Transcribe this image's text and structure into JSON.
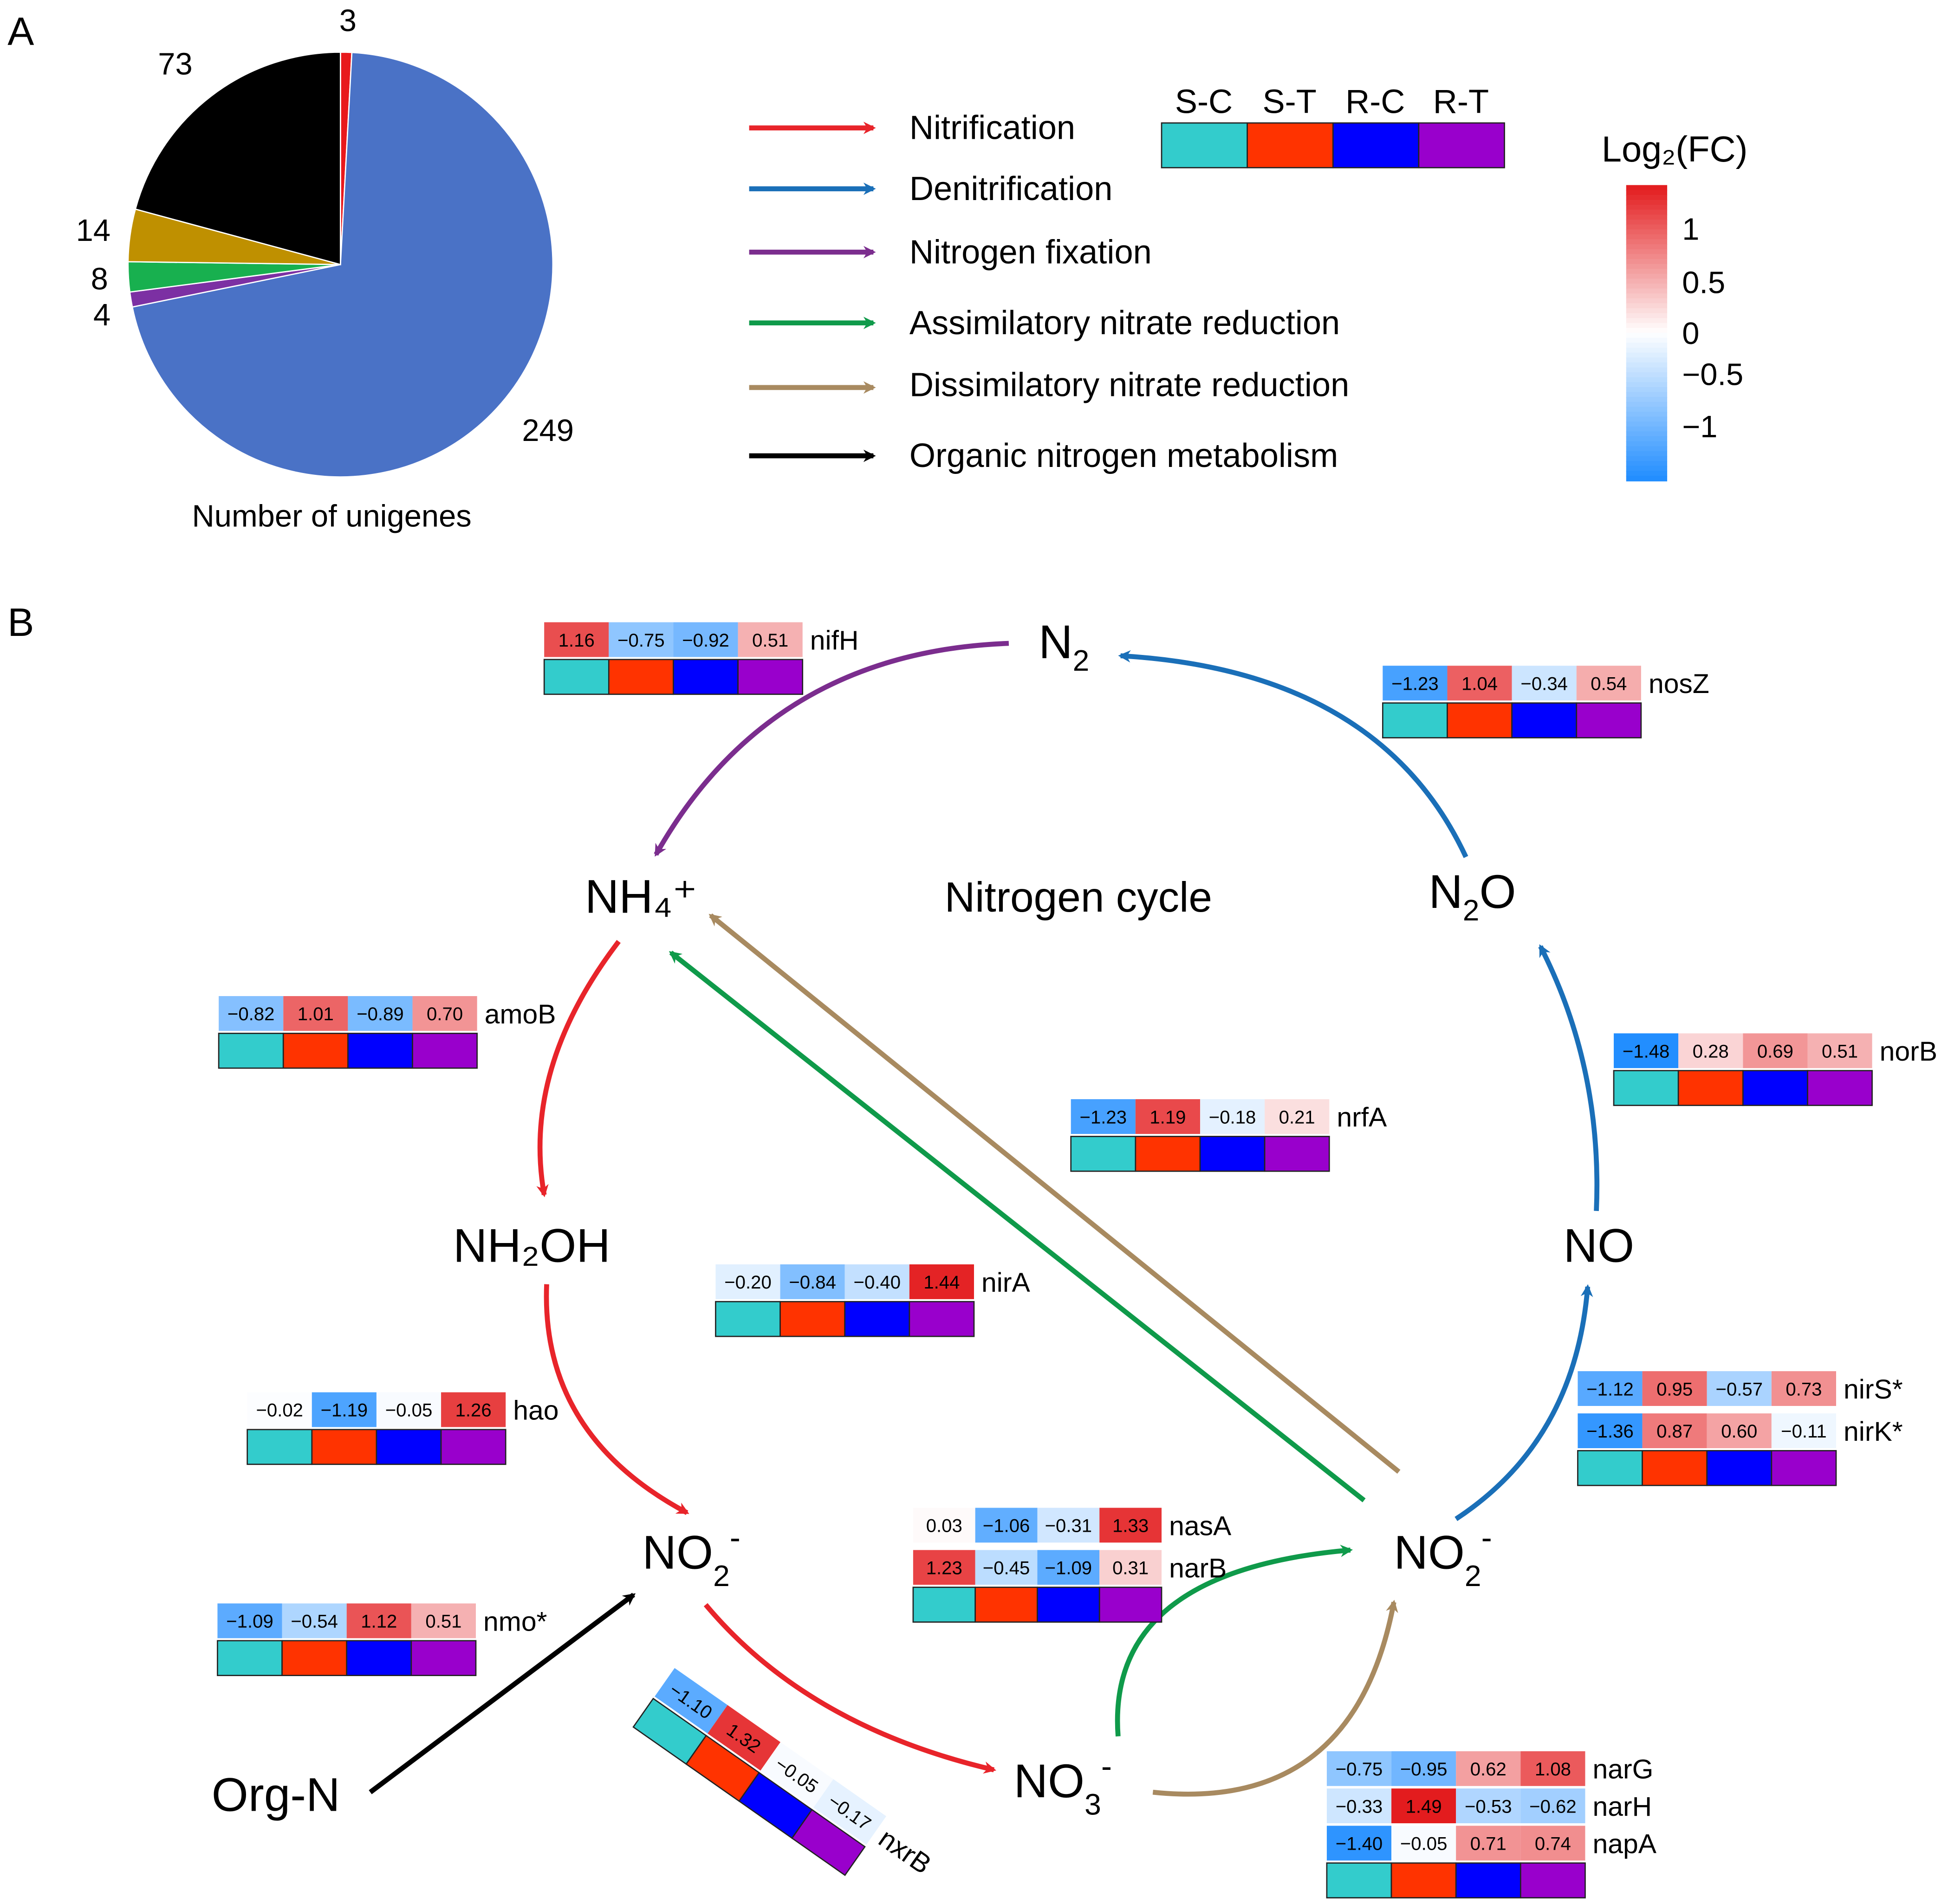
{
  "panel_a": {
    "label": "A",
    "pie": {
      "caption": "Number of unigenes",
      "slices": [
        {
          "label": "3",
          "value": 3,
          "color": "#e8191c"
        },
        {
          "label": "249",
          "value": 249,
          "color": "#4a72c6"
        },
        {
          "label": "4",
          "value": 4,
          "color": "#7c30a3"
        },
        {
          "label": "8",
          "value": 8,
          "color": "#18b04f"
        },
        {
          "label": "14",
          "value": 14,
          "color": "#bf9000"
        },
        {
          "label": "73",
          "value": 73,
          "color": "#000000"
        }
      ]
    },
    "legend": [
      {
        "label": "Nitrification",
        "color": "#e8242a"
      },
      {
        "label": "Denitrification",
        "color": "#1a6fb8"
      },
      {
        "label": "Nitrogen fixation",
        "color": "#7b2d8e"
      },
      {
        "label": "Assimilatory nitrate reduction",
        "color": "#0f9a4a"
      },
      {
        "label": "Dissimilatory nitrate reduction",
        "color": "#a88a60"
      },
      {
        "label": "Organic nitrogen metabolism",
        "color": "#000000"
      }
    ],
    "groups": [
      {
        "label": "S-C",
        "color": "#33cccc"
      },
      {
        "label": "S-T",
        "color": "#ff3300"
      },
      {
        "label": "R-C",
        "color": "#0000ff"
      },
      {
        "label": "R-T",
        "color": "#9900cc"
      }
    ],
    "colorbar": {
      "title": "Log₂(FC)",
      "ticks": [
        {
          "label": "1",
          "value": 1
        },
        {
          "label": "0.5",
          "value": 0.5
        },
        {
          "label": "0",
          "value": 0
        },
        {
          "label": "−0.5",
          "value": -0.5
        },
        {
          "label": "−1",
          "value": -1
        }
      ],
      "min": -1.5,
      "max": 1.5,
      "low_color": "#1f8cff",
      "mid_color": "#ffffff",
      "high_color": "#e31a1c"
    }
  },
  "panel_b": {
    "label": "B",
    "title": "Nitrogen cycle",
    "nodes": {
      "n2": "N",
      "n2_sub": "2",
      "nh4": "NH₄⁺",
      "n2o_a": "N",
      "n2o_sub": "2",
      "n2o_b": "O",
      "nh2oh": "NH₂OH",
      "no": "NO",
      "no2_left": "NO",
      "no2_left_sub": "2",
      "no2_left_sup": "-",
      "no2_right": "NO",
      "no2_right_sub": "2",
      "no2_right_sup": "-",
      "no3": "NO",
      "no3_sub": "3",
      "no3_sup": "-",
      "orgn": "Org-N"
    },
    "genes": [
      {
        "name": "nifH",
        "values": [
          1.16,
          -0.75,
          -0.92,
          0.51
        ],
        "labels": [
          "1.16",
          "−0.75",
          "−0.92",
          "0.51"
        ]
      },
      {
        "name": "nosZ",
        "values": [
          -1.23,
          1.04,
          -0.34,
          0.54
        ],
        "labels": [
          "−1.23",
          "1.04",
          "−0.34",
          "0.54"
        ]
      },
      {
        "name": "amoB",
        "values": [
          -0.82,
          1.01,
          -0.89,
          0.7
        ],
        "labels": [
          "−0.82",
          "1.01",
          "−0.89",
          "0.70"
        ]
      },
      {
        "name": "norB",
        "values": [
          -1.48,
          0.28,
          0.69,
          0.51
        ],
        "labels": [
          "−1.48",
          "0.28",
          "0.69",
          "0.51"
        ]
      },
      {
        "name": "nrfA",
        "values": [
          -1.23,
          1.19,
          -0.18,
          0.21
        ],
        "labels": [
          "−1.23",
          "1.19",
          "−0.18",
          "0.21"
        ]
      },
      {
        "name": "nirA",
        "values": [
          -0.2,
          -0.84,
          -0.4,
          1.44
        ],
        "labels": [
          "−0.20",
          "−0.84",
          "−0.40",
          "1.44"
        ]
      },
      {
        "name": "hao",
        "values": [
          -0.02,
          -1.19,
          -0.05,
          1.26
        ],
        "labels": [
          "−0.02",
          "−1.19",
          "−0.05",
          "1.26"
        ]
      },
      {
        "name": "nirS*",
        "values": [
          -1.12,
          0.95,
          -0.57,
          0.73
        ],
        "labels": [
          "−1.12",
          "0.95",
          "−0.57",
          "0.73"
        ]
      },
      {
        "name": "nirK*",
        "values": [
          -1.36,
          0.87,
          0.6,
          -0.11
        ],
        "labels": [
          "−1.36",
          "0.87",
          "0.60",
          "−0.11"
        ]
      },
      {
        "name": "nasA",
        "values": [
          0.03,
          -1.06,
          -0.31,
          1.33
        ],
        "labels": [
          "0.03",
          "−1.06",
          "−0.31",
          "1.33"
        ]
      },
      {
        "name": "narB",
        "values": [
          1.23,
          -0.45,
          -1.09,
          0.31
        ],
        "labels": [
          "1.23",
          "−0.45",
          "−1.09",
          "0.31"
        ]
      },
      {
        "name": "nmo*",
        "values": [
          -1.09,
          -0.54,
          1.12,
          0.51
        ],
        "labels": [
          "−1.09",
          "−0.54",
          "1.12",
          "0.51"
        ]
      },
      {
        "name": "nxrB",
        "values": [
          -1.1,
          1.32,
          -0.05,
          -0.17
        ],
        "labels": [
          "−1.10",
          "1.32",
          "−0.05",
          "−0.17"
        ]
      },
      {
        "name": "narG",
        "values": [
          -0.75,
          -0.95,
          0.62,
          1.08
        ],
        "labels": [
          "−0.75",
          "−0.95",
          "0.62",
          "1.08"
        ]
      },
      {
        "name": "narH",
        "values": [
          -0.33,
          1.49,
          -0.53,
          -0.62
        ],
        "labels": [
          "−0.33",
          "1.49",
          "−0.53",
          "−0.62"
        ]
      },
      {
        "name": "napA",
        "values": [
          -1.4,
          -0.05,
          0.71,
          0.74
        ],
        "labels": [
          "−1.40",
          "−0.05",
          "0.71",
          "0.74"
        ]
      }
    ]
  }
}
